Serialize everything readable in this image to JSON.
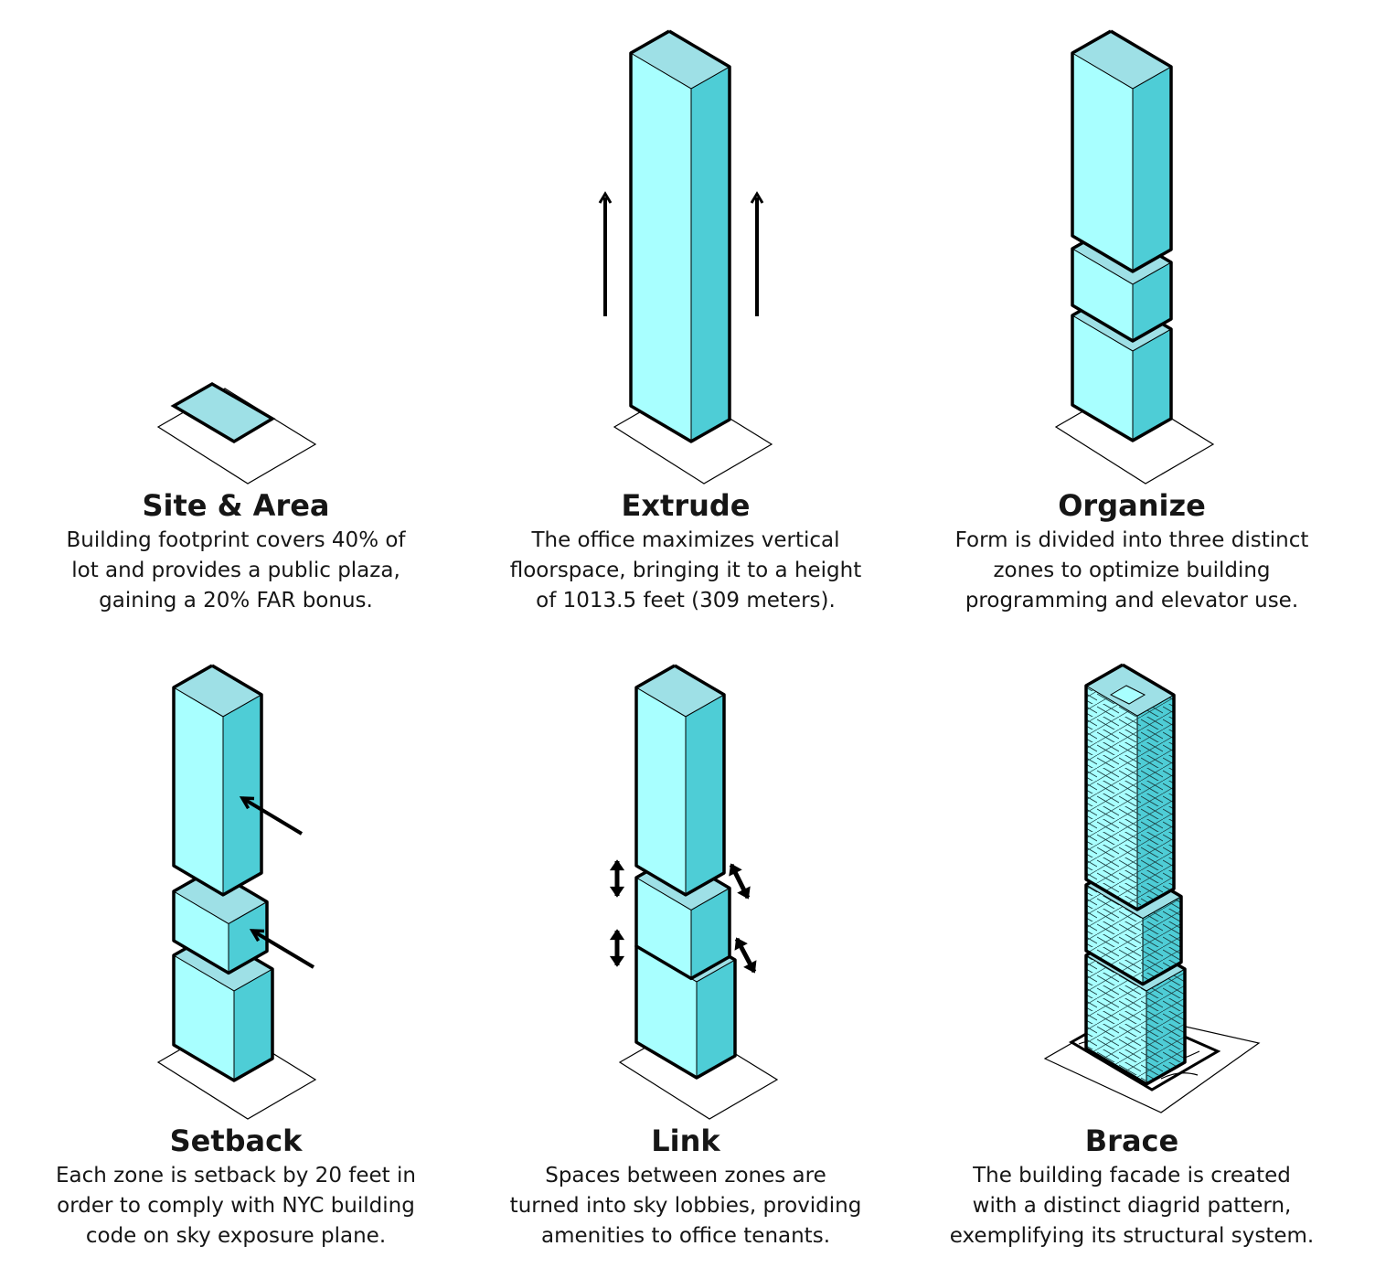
{
  "colors": {
    "top": "#9ee0e6",
    "front": "#a8ffff",
    "side": "#4ecdd6",
    "stroke": "#000000"
  },
  "steps": [
    {
      "title": "Site & Area",
      "lines": [
        "Building footprint covers 40% of",
        "lot and provides a public plaza,",
        "gaining a 20% FAR bonus."
      ]
    },
    {
      "title": "Extrude",
      "lines": [
        "The office maximizes vertical",
        "floorspace, bringing it to a height",
        "of 1013.5 feet (309 meters)."
      ]
    },
    {
      "title": "Organize",
      "lines": [
        "Form is divided into three distinct",
        "zones to optimize building",
        "programming and elevator use."
      ]
    },
    {
      "title": "Setback",
      "lines": [
        "Each zone is setback by 20 feet in",
        "order to comply with NYC building",
        "code on sky exposure plane."
      ]
    },
    {
      "title": "Link",
      "lines": [
        "Spaces between zones are",
        "turned into sky lobbies, providing",
        "amenities to office tenants."
      ]
    },
    {
      "title": "Brace",
      "lines": [
        "The building facade is created",
        "with a distinct diagrid pattern,",
        "exemplifying its structural system."
      ]
    }
  ]
}
